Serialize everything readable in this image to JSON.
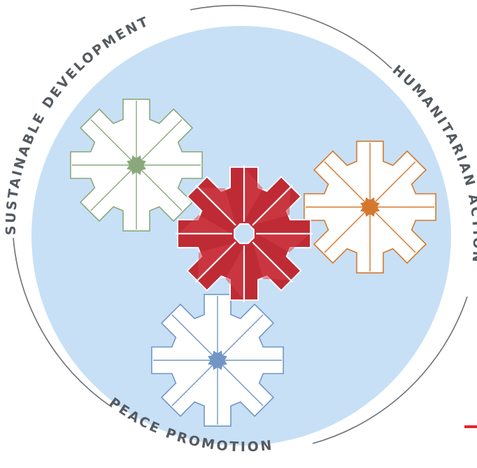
{
  "diagram": {
    "ring_labels": {
      "top_left": "SUSTAINABLE DEVELOPMENT",
      "top_right": "HUMANITARIAN ACTION",
      "bottom": "PEACE PROMOTION"
    },
    "gears": [
      {
        "name": "sustainable-development",
        "color": "#8aa87c",
        "fill": "outline"
      },
      {
        "name": "humanitarian-action",
        "color": "#d4782e",
        "fill": "outline"
      },
      {
        "name": "peace-promotion",
        "color": "#7196c6",
        "fill": "outline"
      },
      {
        "name": "center",
        "color": "#bf2b34",
        "fill": "solid"
      }
    ],
    "colors": {
      "disc": "#c7e0f6",
      "ring": "#6d7177",
      "text": "#555a60",
      "accent_red": "#e1262d"
    }
  }
}
